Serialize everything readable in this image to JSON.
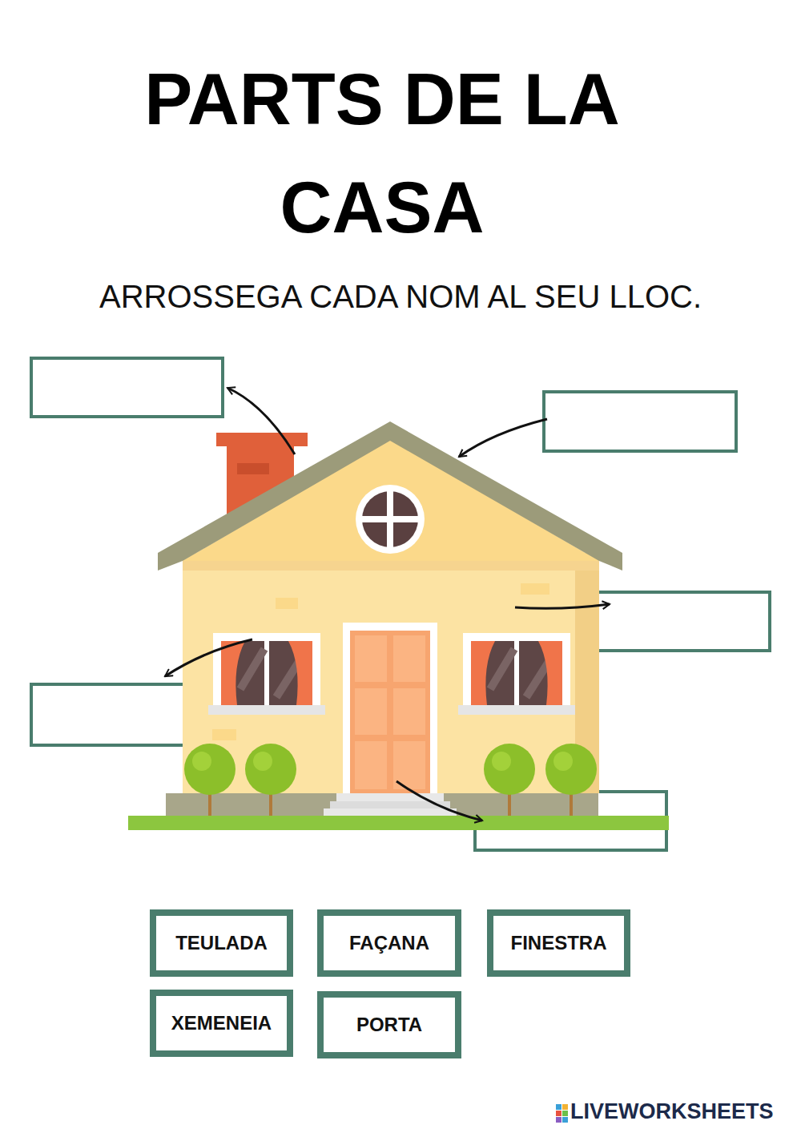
{
  "diagram": {
    "title": "PARTS DE LA CASA",
    "nodes": [
      {
        "text": [
          "TEULADA"
        ]
      },
      {
        "text": [
          "FAÇANA"
        ]
      },
      {
        "text": [
          "FINESTRA"
        ]
      },
      {
        "text": [
          "XEMENEIA"
        ]
      },
      {
        "text": [
          "PORTA"
        ]
      }
    ],
    "labels": [
      "ARROSSEGA CADA NOM AL SEU LLOC.",
      "LIVEWORKSHEETS"
    ]
  }
}
